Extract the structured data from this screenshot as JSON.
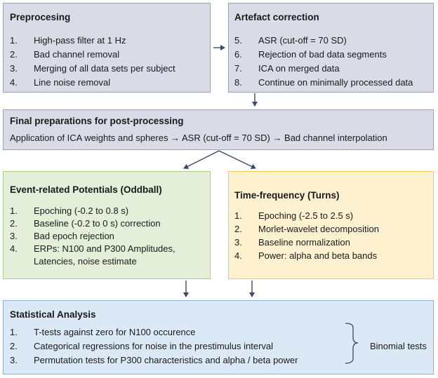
{
  "preprocessing": {
    "title": "Preprocesing",
    "items": [
      {
        "num": "1.",
        "text": "High-pass filter at 1 Hz"
      },
      {
        "num": "2.",
        "text": "Bad channel removal"
      },
      {
        "num": "3.",
        "text": "Merging of all data sets per subject"
      },
      {
        "num": "4.",
        "text": "Line noise removal"
      }
    ]
  },
  "artefact": {
    "title": "Artefact correction",
    "items": [
      {
        "num": "5.",
        "text": "ASR (cut-off = 70 SD)"
      },
      {
        "num": "6.",
        "text": "Rejection of bad data segments"
      },
      {
        "num": "7.",
        "text": "ICA on merged data"
      },
      {
        "num": "8.",
        "text": "Continue on minimally processed data"
      }
    ]
  },
  "final": {
    "title": "Final preparations for post-processing",
    "text": "Application of ICA weights and spheres → ASR (cut-off = 70 SD) → Bad channel interpolation"
  },
  "erp": {
    "title": "Event-related Potentials (Oddball)",
    "items": [
      {
        "num": "1.",
        "text": "Epoching (-0.2 to 0.8 s)"
      },
      {
        "num": "2.",
        "text": "Baseline (-0.2 to 0 s) correction"
      },
      {
        "num": "3.",
        "text": "Bad epoch rejection"
      },
      {
        "num": "4.",
        "text": "ERPs: N100 and P300 Amplitudes,"
      }
    ],
    "continuation": "Latencies, noise estimate"
  },
  "tf": {
    "title": "Time-frequency (Turns)",
    "items": [
      {
        "num": "1.",
        "text": "Epoching (-2.5 to 2.5 s)"
      },
      {
        "num": "2.",
        "text": "Morlet-wavelet decomposition"
      },
      {
        "num": "3.",
        "text": "Baseline normalization"
      },
      {
        "num": "4.",
        "text": "Power: alpha and beta bands"
      }
    ]
  },
  "stats": {
    "title": "Statistical Analysis",
    "items": [
      {
        "num": "1.",
        "text": "T-tests against zero for N100 occurence"
      },
      {
        "num": "2.",
        "text": "Categorical regressions for noise in the prestimulus interval"
      },
      {
        "num": "3.",
        "text": "Permutation tests for P300 characteristics and alpha / beta power"
      }
    ],
    "bracket_label": "Binomial tests"
  },
  "colors": {
    "gray_box": "#d9dbe6",
    "green_box": "#e3efd9",
    "yellow_box": "#fdf1cf",
    "blue_box": "#dbe8f5",
    "arrow": "#3d4a66"
  }
}
